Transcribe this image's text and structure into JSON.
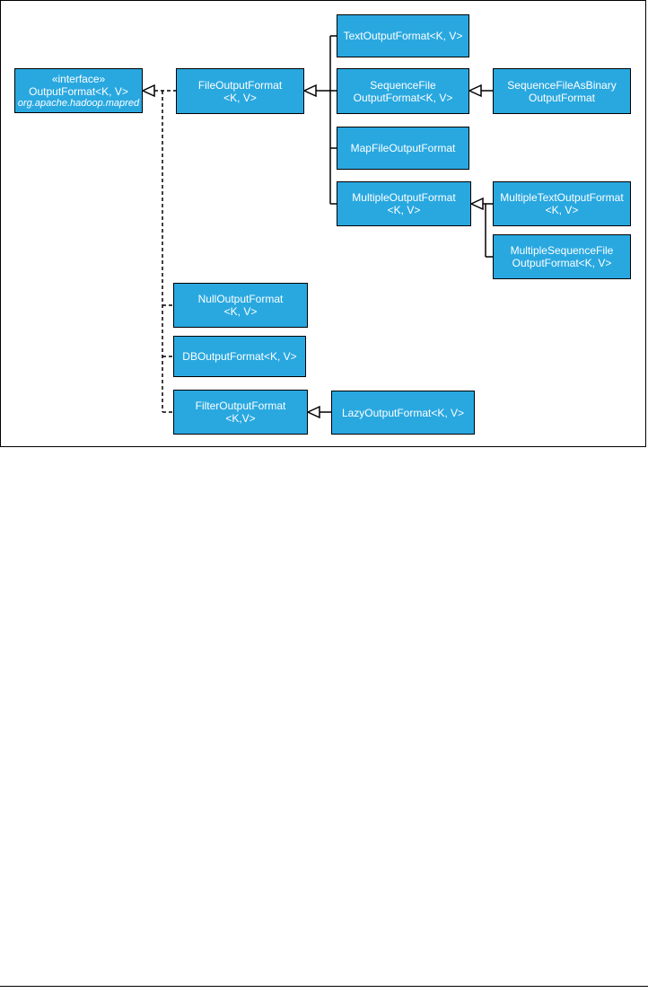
{
  "diagram": {
    "nodes": {
      "outputformat": {
        "stereotype": "«interface»",
        "name": "OutputFormat<K, V>",
        "package": "org.apache.hadoop.mapred"
      },
      "fileoutputformat": {
        "line1": "FileOutputFormat",
        "line2": "<K, V>"
      },
      "textoutputformat": {
        "line1": "TextOutputFormat<K, V>"
      },
      "sequencefileoutputformat": {
        "line1": "SequenceFile",
        "line2": "OutputFormat<K, V>"
      },
      "sequencefileasbinaryoutputformat": {
        "line1": "SequenceFileAsBinary",
        "line2": "OutputFormat"
      },
      "mapfileoutputformat": {
        "line1": "MapFileOutputFormat"
      },
      "multipleoutputformat": {
        "line1": "MultipleOutputFormat",
        "line2": "<K, V>"
      },
      "multipletextoutputformat": {
        "line1": "MultipleTextOutputFormat",
        "line2": "<K, V>"
      },
      "multiplesequencefileoutputformat": {
        "line1": "MultipleSequenceFile",
        "line2": "OutputFormat<K, V>"
      },
      "nulloutputformat": {
        "line1": "NullOutputFormat",
        "line2": "<K, V>"
      },
      "dboutputformat": {
        "line1": "DBOutputFormat<K, V>"
      },
      "filteroutputformat": {
        "line1": "FilterOutputFormat",
        "line2": "<K,V>"
      },
      "lazyoutputformat": {
        "line1": "LazyOutputFormat<K, V>"
      }
    },
    "relations": [
      {
        "from": "fileoutputformat",
        "to": "outputformat",
        "kind": "implements"
      },
      {
        "from": "nulloutputformat",
        "to": "outputformat",
        "kind": "implements"
      },
      {
        "from": "dboutputformat",
        "to": "outputformat",
        "kind": "implements"
      },
      {
        "from": "filteroutputformat",
        "to": "outputformat",
        "kind": "implements"
      },
      {
        "from": "textoutputformat",
        "to": "fileoutputformat",
        "kind": "extends"
      },
      {
        "from": "sequencefileoutputformat",
        "to": "fileoutputformat",
        "kind": "extends"
      },
      {
        "from": "mapfileoutputformat",
        "to": "fileoutputformat",
        "kind": "extends"
      },
      {
        "from": "multipleoutputformat",
        "to": "fileoutputformat",
        "kind": "extends"
      },
      {
        "from": "sequencefileasbinaryoutputformat",
        "to": "sequencefileoutputformat",
        "kind": "extends"
      },
      {
        "from": "multipletextoutputformat",
        "to": "multipleoutputformat",
        "kind": "extends"
      },
      {
        "from": "multiplesequencefileoutputformat",
        "to": "multipleoutputformat",
        "kind": "extends"
      },
      {
        "from": "lazyoutputformat",
        "to": "filteroutputformat",
        "kind": "extends"
      }
    ],
    "colors": {
      "box_fill": "#29a8e0",
      "box_text": "#ffffff",
      "line": "#000000"
    }
  }
}
